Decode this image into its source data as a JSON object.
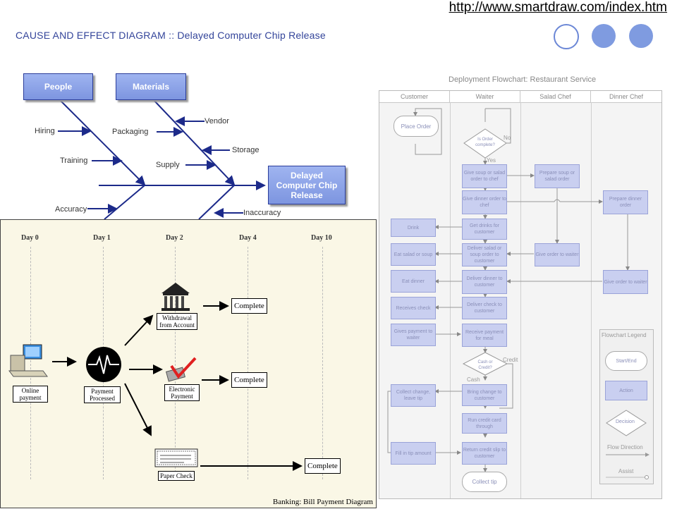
{
  "url": "http://www.smartdraw.com/index.htm",
  "circles": [
    "outline",
    "filled",
    "filled"
  ],
  "fishbone": {
    "title": "CAUSE AND EFFECT DIAGRAM :: Delayed Computer Chip Release",
    "boxes": {
      "people": "People",
      "materials": "Materials",
      "effect": "Delayed Computer Chip Release"
    },
    "causes": {
      "hiring": "Hiring",
      "training": "Training",
      "accuracy": "Accuracy",
      "packaging": "Packaging",
      "supply": "Supply",
      "vendor": "Vendor",
      "storage": "Storage",
      "inaccuracy": "Inaccuracy"
    }
  },
  "deployment": {
    "title": "Deployment Flowchart: Restaurant Service",
    "lanes": [
      "Customer",
      "Waiter",
      "Salad Chef",
      "Dinner Chef"
    ],
    "customer": {
      "place_order": "Place Order",
      "drink": "Drink",
      "eat_salad": "Eat salad or soup",
      "eat_dinner": "Eat dinner",
      "receives_check": "Receives check",
      "gives_payment": "Gives payment to waiter",
      "collect_change": "Collect change, leave tip",
      "fill_tip": "Fill in tip amount"
    },
    "waiter": {
      "is_order_complete": "Is Order complete?",
      "no": "No",
      "yes": "Yes",
      "give_soup": "Give soup or salad order to chef",
      "give_dinner": "Give dinner order to chef",
      "get_drinks": "Get drinks for customer",
      "deliver_salad": "Deliver salad or soup order to customer",
      "deliver_dinner": "Deliver dinner to customer",
      "deliver_check": "Deliver check to customer",
      "receive_payment": "Receive payment for meal",
      "cash_or_credit": "Cash or Credit?",
      "credit": "Credit",
      "cash": "Cash",
      "bring_change": "Bring change to customer",
      "run_card": "Run credit card through",
      "return_slip": "Return credit slip to customer",
      "collect_tip": "Collect tip"
    },
    "salad_chef": {
      "prepare_soup": "Prepare soup or salad order",
      "give_order": "Give order to waiter"
    },
    "dinner_chef": {
      "prepare_dinner": "Prepare dinner order",
      "give_order": "Give order to waiter"
    },
    "legend": {
      "title": "Flowchart Legend",
      "start_end": "Start/End",
      "action": "Action",
      "decision": "Decision",
      "flow_direction": "Flow Direction",
      "assist": "Assist"
    }
  },
  "payment": {
    "days": [
      "Day 0",
      "Day 1",
      "Day 2",
      "Day 4",
      "Day 10"
    ],
    "online_payment": "Online payment",
    "payment_processed": "Payment Processed",
    "withdrawal": "Withdrawal from Account",
    "electronic_payment": "Electronic Payment",
    "paper_check": "Paper Check",
    "complete": "Complete",
    "caption": "Banking: Bill Payment Diagram"
  }
}
